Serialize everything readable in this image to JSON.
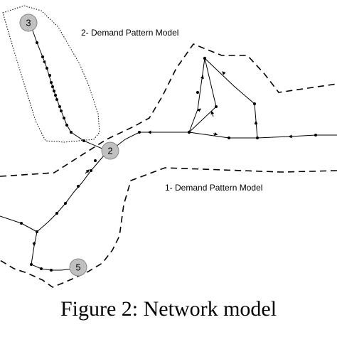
{
  "zones": {
    "zone1_label": "1- Demand Pattern Model",
    "zone2_label": "2- Demand Pattern Model"
  },
  "nodes": {
    "node2": "2",
    "node3": "3",
    "node5": "5"
  },
  "caption": "Figure 2: Network model",
  "colors": {
    "node_fill": "#c0c0c0",
    "line": "#000000",
    "boundary": "#000000"
  }
}
